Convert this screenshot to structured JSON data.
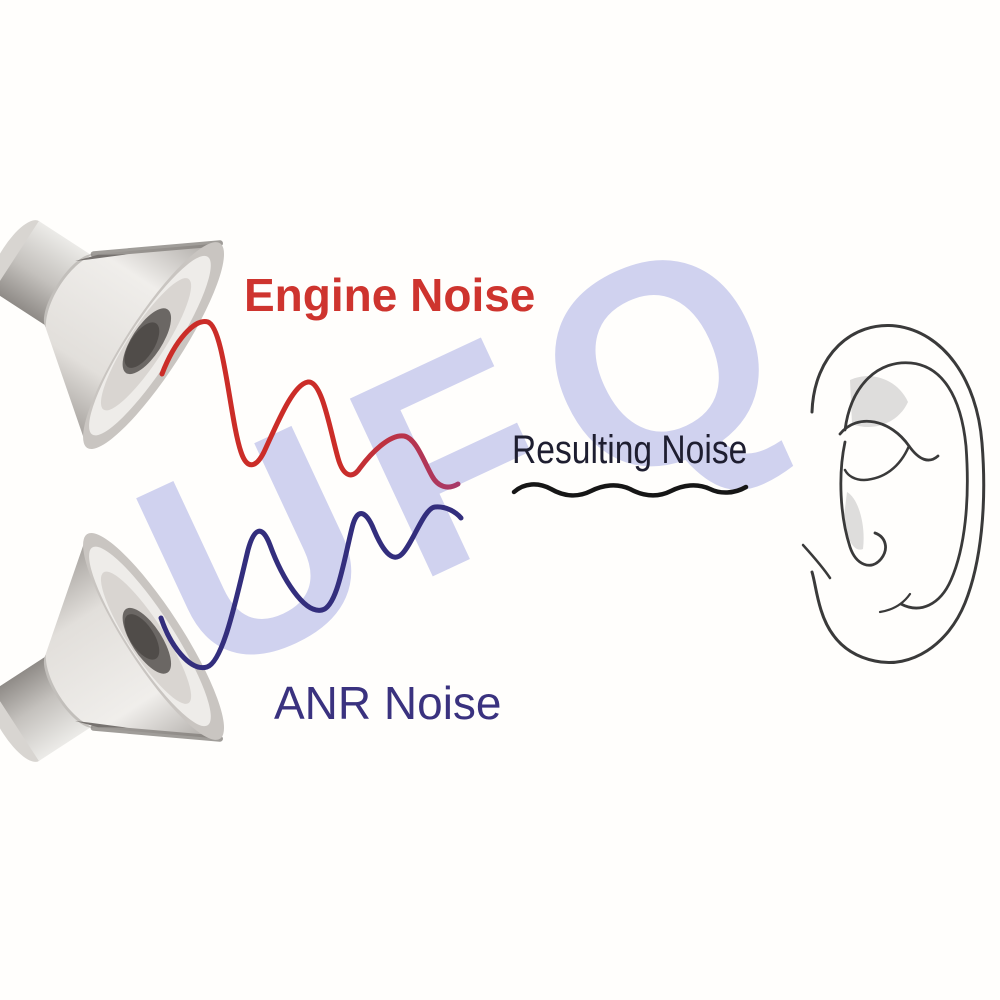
{
  "watermark": {
    "text": "UFQ",
    "color": "#d0d2ef"
  },
  "labels": {
    "engine": {
      "text": "Engine Noise",
      "color": "#ce342e"
    },
    "resulting": {
      "text": "Resulting Noise",
      "color": "#1e1e30"
    },
    "anr": {
      "text": "ANR Noise",
      "color": "#3a327f"
    }
  },
  "waves": {
    "engine": {
      "name": "engine-noise-wave",
      "color_start": "#cb2d28",
      "color_end": "#a73a6a"
    },
    "anr": {
      "name": "anr-noise-wave",
      "color": "#332e7d"
    },
    "resulting": {
      "name": "resulting-noise-wave",
      "color": "#161616"
    }
  },
  "icons": {
    "top_speaker": "speaker-icon",
    "bottom_speaker": "speaker-icon",
    "ear": "ear-icon"
  }
}
